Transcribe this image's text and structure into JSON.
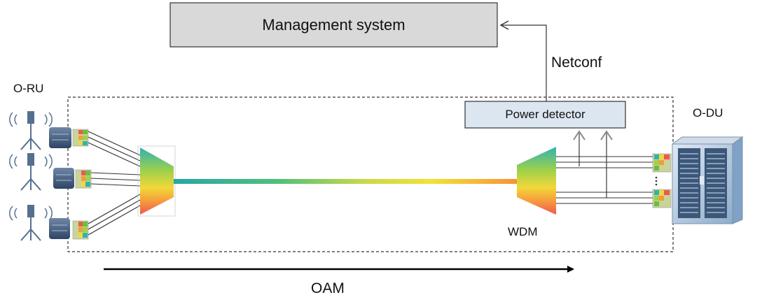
{
  "labels": {
    "management_system": "Management system",
    "netconf": "Netconf",
    "power_detector": "Power detector",
    "o_ru": "O-RU",
    "o_du": "O-DU",
    "wdm": "WDM",
    "oam": "OAM"
  },
  "colors": {
    "management_box_fill": "#d9d9d9",
    "power_detector_fill": "#dce6f1",
    "rack_fill": "#7fa2c6",
    "gradient": [
      "#8ba94c",
      "#8fc93a",
      "#f2e236",
      "#f7a33a",
      "#f06a4e"
    ]
  },
  "icons": [
    "antenna-icon",
    "radio-unit-icon",
    "server-rack-icon",
    "wdm-multiplexer-icon",
    "arrow-icon"
  ]
}
